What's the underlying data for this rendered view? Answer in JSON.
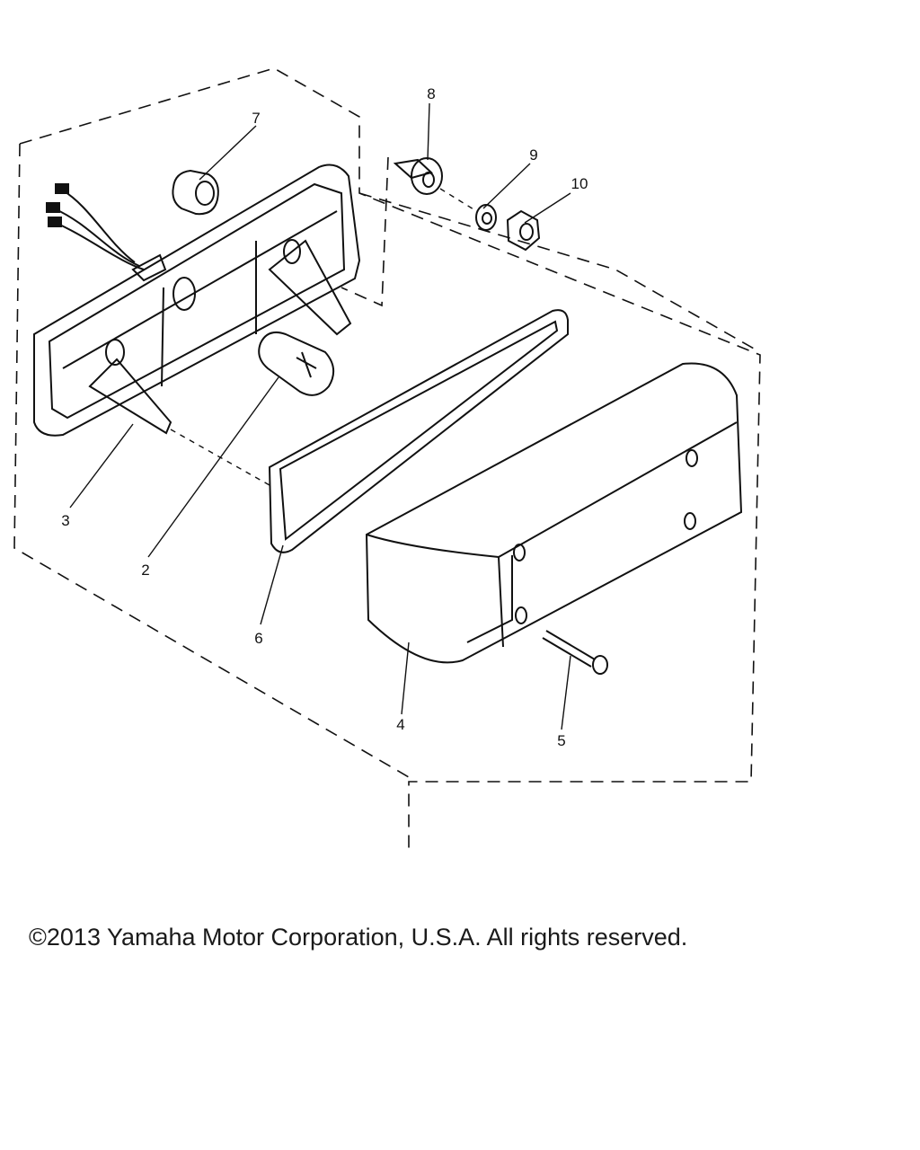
{
  "callouts": {
    "c2": "2",
    "c3": "3",
    "c4": "4",
    "c5": "5",
    "c6": "6",
    "c7": "7",
    "c8": "8",
    "c9": "9",
    "c10": "10"
  },
  "footer": {
    "copyright": "©2013 Yamaha Motor Corporation, U.S.A. All rights reserved."
  },
  "colors": {
    "ink": "#111111",
    "background": "#ffffff"
  }
}
